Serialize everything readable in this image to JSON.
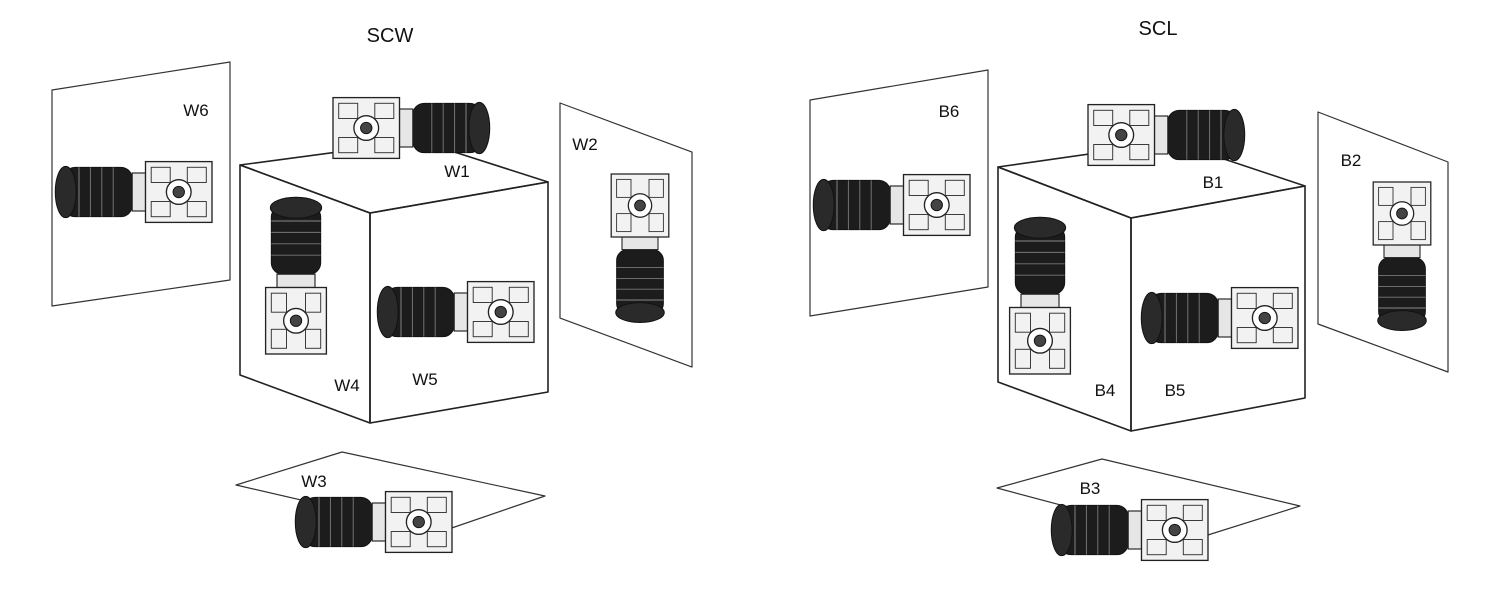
{
  "groups": [
    {
      "title": "SCW",
      "positions": {
        "p1": "W1",
        "p2": "W2",
        "p3": "W3",
        "p4": "W4",
        "p5": "W5",
        "p6": "W6"
      }
    },
    {
      "title": "SCL",
      "positions": {
        "p1": "B1",
        "p2": "B2",
        "p3": "B3",
        "p4": "B4",
        "p5": "B5",
        "p6": "B6"
      }
    }
  ],
  "colors": {
    "line": "#222222",
    "motor_dark": "#1a1a1a",
    "housing": "#f2f2f2",
    "text": "#111111"
  },
  "icons": [
    "gearmotor-icon"
  ]
}
